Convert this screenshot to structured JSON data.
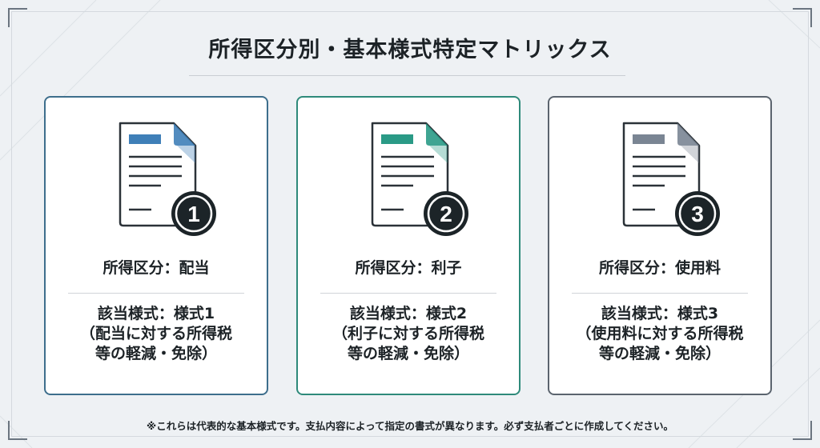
{
  "title": "所得区分別・基本様式特定マトリックス",
  "cards": [
    {
      "number": "1",
      "category": "所得区分：配当",
      "form": "該当様式：様式1",
      "desc1": "（配当に対する所得税",
      "desc2": "等の軽減・免除）",
      "accent": "#3f7fb8",
      "border": "#3d6e8c"
    },
    {
      "number": "2",
      "category": "所得区分：利子",
      "form": "該当様式：様式2",
      "desc1": "（利子に対する所得税",
      "desc2": "等の軽減・免除）",
      "accent": "#2a9a86",
      "border": "#2e8a7a"
    },
    {
      "number": "3",
      "category": "所得区分：使用料",
      "form": "該当様式：様式3",
      "desc1": "（使用料に対する所得税",
      "desc2": "等の軽減・免除）",
      "accent": "#7a8593",
      "border": "#5b646e"
    }
  ],
  "note": "※これらは代表的な基本様式です。支払内容によって指定の書式が異なります。必ず支払者ごとに作成してください。"
}
